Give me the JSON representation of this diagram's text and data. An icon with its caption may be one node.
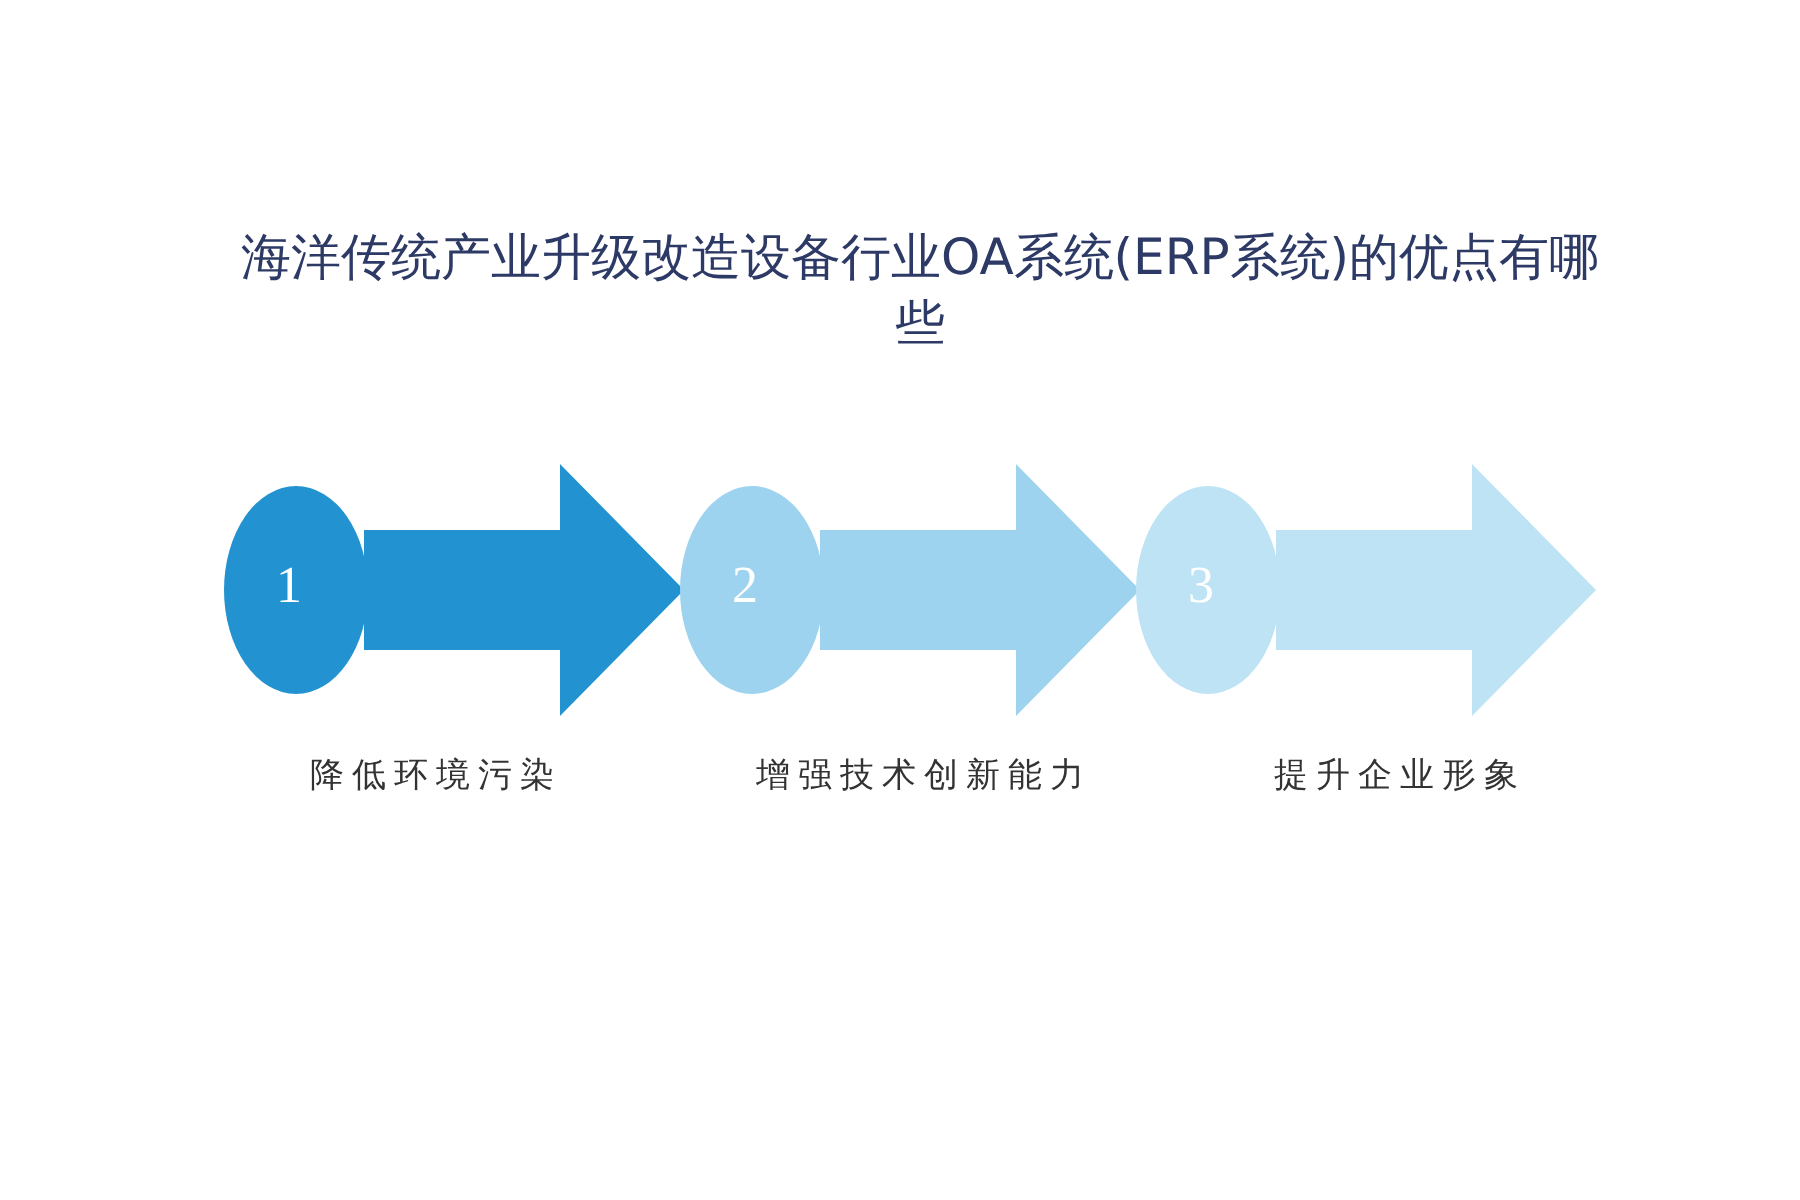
{
  "diagram": {
    "title": "海洋传统产业升级改造设备行业OA系统(ERP系统)的优点有哪些",
    "nodes": [
      {
        "text": [
          "1"
        ],
        "beside": [
          "降低环境污染"
        ]
      },
      {
        "text": [
          "2"
        ],
        "beside": [
          "增强技术创新能力"
        ]
      },
      {
        "text": [
          "3"
        ],
        "beside": [
          "提升企业形象"
        ]
      }
    ]
  }
}
